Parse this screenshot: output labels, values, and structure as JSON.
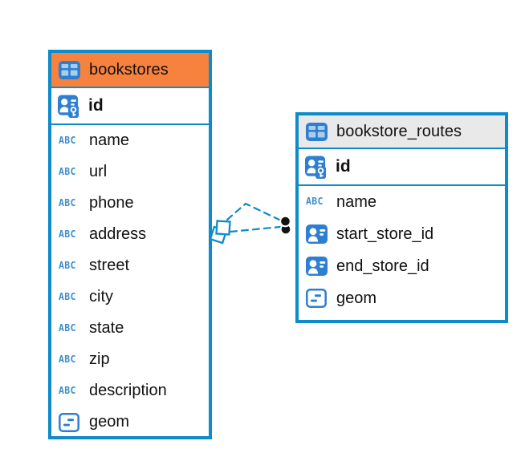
{
  "tables": [
    {
      "name": "bookstores",
      "header_color": "#f6823e",
      "primary_key": "id",
      "columns": [
        {
          "name": "name",
          "type_icon": "text-type-icon"
        },
        {
          "name": "url",
          "type_icon": "text-type-icon"
        },
        {
          "name": "phone",
          "type_icon": "text-type-icon"
        },
        {
          "name": "address",
          "type_icon": "text-type-icon"
        },
        {
          "name": "street",
          "type_icon": "text-type-icon"
        },
        {
          "name": "city",
          "type_icon": "text-type-icon"
        },
        {
          "name": "state",
          "type_icon": "text-type-icon"
        },
        {
          "name": "zip",
          "type_icon": "text-type-icon"
        },
        {
          "name": "description",
          "type_icon": "text-type-icon"
        },
        {
          "name": "geom",
          "type_icon": "geometry-type-icon"
        }
      ]
    },
    {
      "name": "bookstore_routes",
      "header_color": "#e9e9e9",
      "primary_key": "id",
      "columns": [
        {
          "name": "name",
          "type_icon": "text-type-icon"
        },
        {
          "name": "start_store_id",
          "type_icon": "foreign-key-icon"
        },
        {
          "name": "end_store_id",
          "type_icon": "foreign-key-icon"
        },
        {
          "name": "geom",
          "type_icon": "geometry-type-icon"
        }
      ]
    }
  ],
  "relationship": {
    "from_table": "bookstores",
    "to_table": "bookstore_routes",
    "style": "dashed",
    "line_count": 2,
    "from_marker": "stacked-squares",
    "to_marker": "double-black-dot"
  },
  "icons": {
    "text_type_label": "ABC"
  },
  "colors": {
    "table_border": "#0e8bca",
    "bookstores_header": "#f6823e",
    "bookstore_routes_header": "#e9e9e9",
    "icon_blue": "#2e7fd1",
    "icon_cell_blue": "#a9cdec",
    "connector_blue": "#0e8bca",
    "text": "#111111"
  }
}
